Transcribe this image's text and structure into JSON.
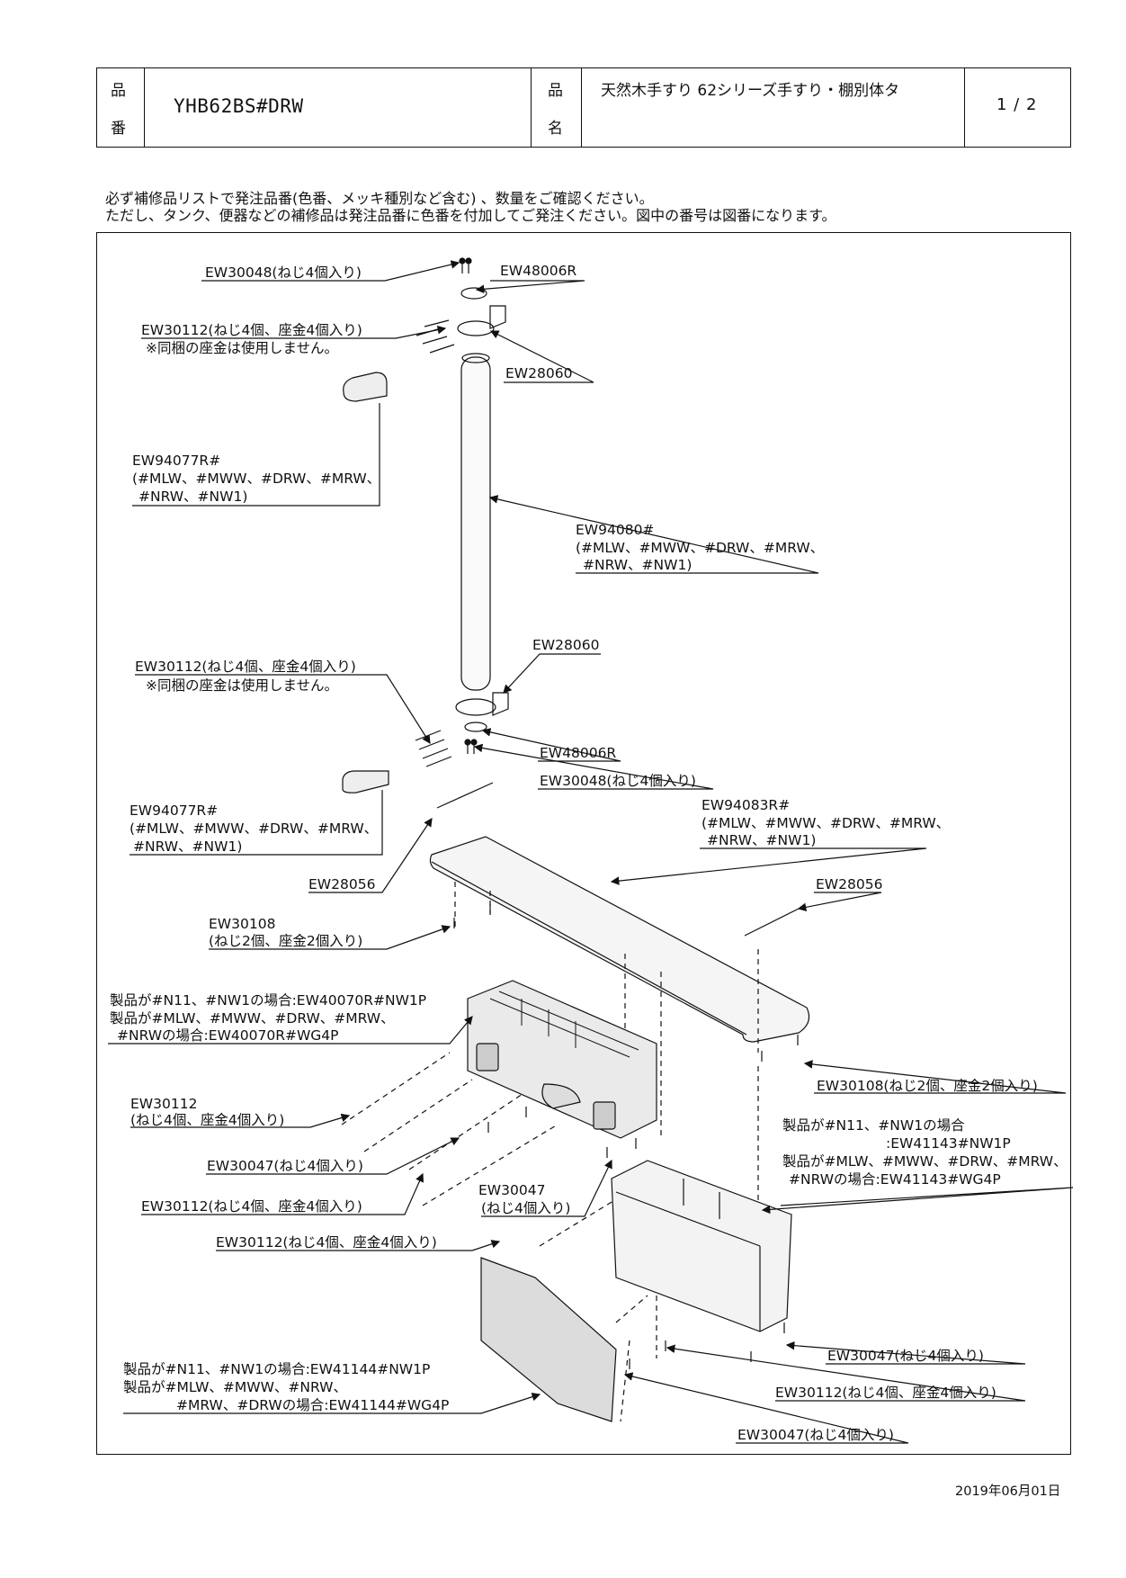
{
  "header": {
    "hinban_k1": "品",
    "hinban_k2": "番",
    "code": "YHB62BS#DRW",
    "hinmei_k1": "品",
    "hinmei_k2": "名",
    "product_name": "天然木手すり 62シリーズ手すり・棚別体タ",
    "page": "1 / 2"
  },
  "notes": {
    "line1": "必ず補修品リストで発注品番(色番、メッキ種別など含む) 、数量をご確認ください。",
    "line2": "ただし、タンク、便器などの補修品は発注品番に色番を付加してご発注ください。図中の番号は図番になります。"
  },
  "labels": {
    "l01": "EW30048(ねじ4個入り)",
    "l02": "EW48006R",
    "l03": "EW30112(ねじ4個、座金4個入り)",
    "l04": "※同梱の座金は使用しません。",
    "l05": "EW28060",
    "l06": "EW94077R#",
    "l07": "(#MLW、#MWW、#DRW、#MRW、",
    "l08": "#NRW、#NW1)",
    "l09": "EW94080#",
    "l10": "(#MLW、#MWW、#DRW、#MRW、",
    "l11": "#NRW、#NW1)",
    "l12": "EW28060",
    "l13": "EW30112(ねじ4個、座金4個入り)",
    "l14": "※同梱の座金は使用しません。",
    "l15": "EW48006R",
    "l16": "EW30048(ねじ4個入り)",
    "l17": "EW94077R#",
    "l18": "(#MLW、#MWW、#DRW、#MRW、",
    "l19": "#NRW、#NW1)",
    "l20": "EW94083R#",
    "l21": "(#MLW、#MWW、#DRW、#MRW、",
    "l22": "#NRW、#NW1)",
    "l23": "EW28056",
    "l24": "EW28056",
    "l25": "EW30108",
    "l26": "(ねじ2個、座金2個入り)",
    "l27": "製品が#N11、#NW1の場合:EW40070R#NW1P",
    "l28": "製品が#MLW、#MWW、#DRW、#MRW、",
    "l29": "#NRWの場合:EW40070R#WG4P",
    "l30": "EW30112",
    "l31": "(ねじ4個、座金4個入り)",
    "l32": "EW30108(ねじ2個、座金2個入り)",
    "l33": "製品が#N11、#NW1の場合",
    "l34": ":EW41143#NW1P",
    "l35": "製品が#MLW、#MWW、#DRW、#MRW、",
    "l36": "#NRWの場合:EW41143#WG4P",
    "l37": "EW30047(ねじ4個入り)",
    "l38": "EW30047",
    "l39": "(ねじ4個入り)",
    "l40": "EW30112(ねじ4個、座金4個入り)",
    "l41": "EW30112(ねじ4個、座金4個入り)",
    "l42": "EW30047(ねじ4個入り)",
    "l43": "製品が#N11、#NW1の場合:EW41144#NW1P",
    "l44": "製品が#MLW、#MWW、#NRW、",
    "l45": "#MRW、#DRWの場合:EW41144#WG4P",
    "l46": "EW30112(ねじ4個、座金4個入り)",
    "l47": "EW30047(ねじ4個入り)"
  },
  "footer": {
    "date": "2019年06月01日"
  }
}
